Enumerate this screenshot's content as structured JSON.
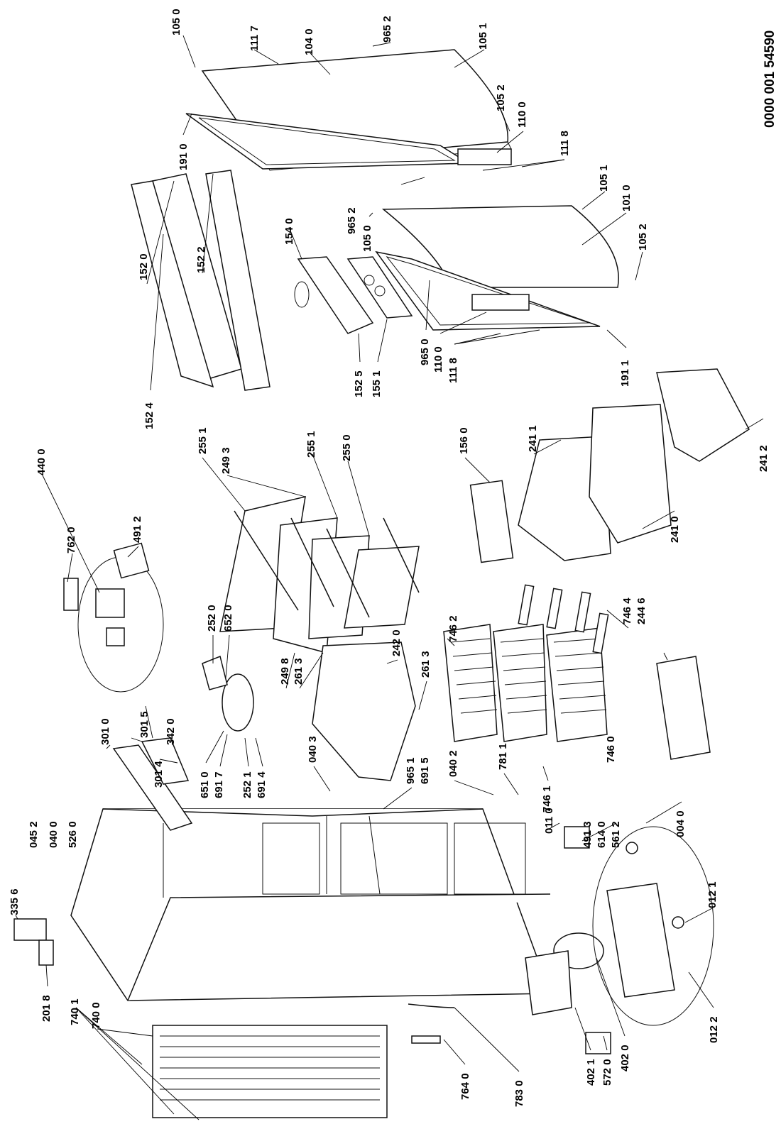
{
  "document_number": "0000 001 54590",
  "part_labels": [
    "105 0",
    "111 7",
    "104 0",
    "965 2",
    "105 1",
    "105 2",
    "110 0",
    "111 8",
    "191 0",
    "105 1",
    "101 0",
    "105 2",
    "965 2",
    "105 0",
    "154 0",
    "152 0",
    "152 2",
    "152 4",
    "152 5",
    "155 1",
    "965 0",
    "110 0",
    "111 8",
    "191 1",
    "255 1",
    "249 3",
    "255 1",
    "255 0",
    "156 0",
    "241 1",
    "241 2",
    "241 0",
    "440 0",
    "762 0",
    "491 2",
    "252 0",
    "652 0",
    "249 8",
    "261 3",
    "242 0",
    "261 3",
    "746 2",
    "746 4",
    "244 6",
    "301 0",
    "301 5",
    "342 0",
    "301 4",
    "651 0",
    "691 7",
    "252 1",
    "691 4",
    "040 3",
    "965 1",
    "691 5",
    "040 2",
    "781 1",
    "746 1",
    "746 0",
    "045 2",
    "040 0",
    "526 0",
    "011 0",
    "491 3",
    "614 0",
    "561 2",
    "004 0",
    "012 1",
    "335 6",
    "201 8",
    "740 1",
    "740 0",
    "764 0",
    "783 0",
    "402 1",
    "572 0",
    "402 0",
    "012 2"
  ]
}
